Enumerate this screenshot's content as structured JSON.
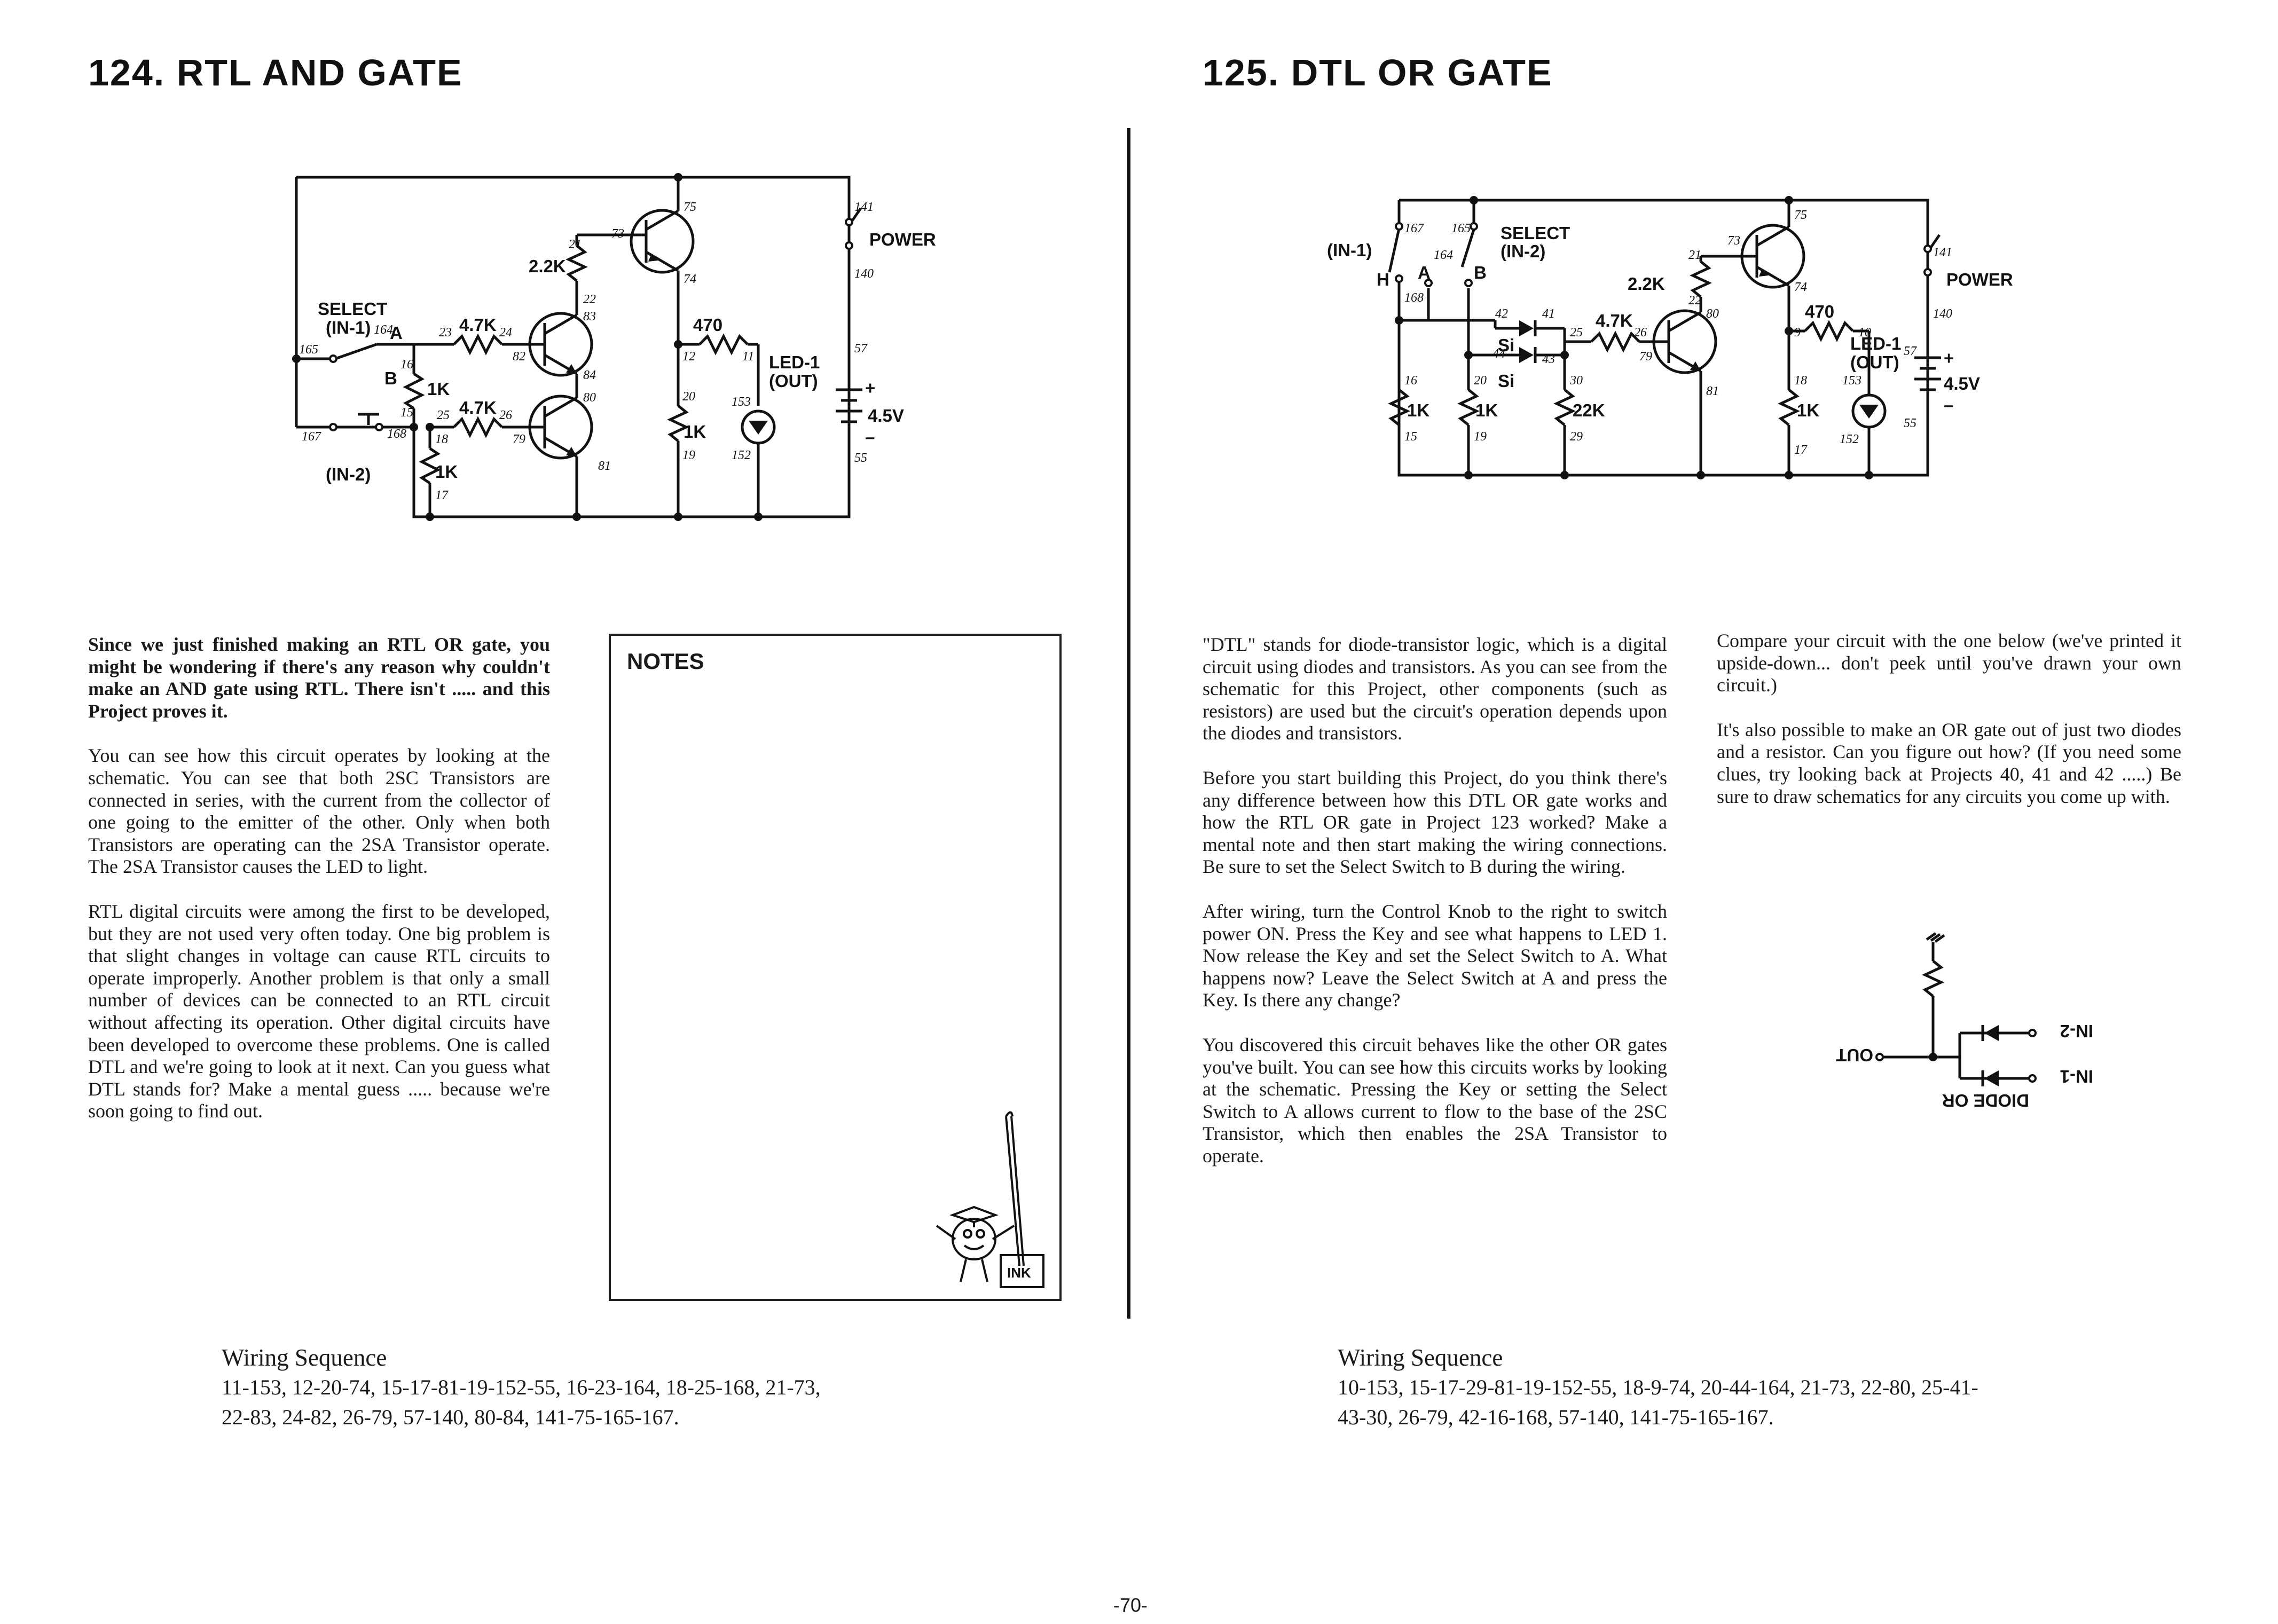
{
  "left": {
    "title": "124. RTL AND GATE",
    "paragraphs": [
      "Since we just finished making an RTL OR gate, you might be wondering if there's any reason why couldn't make an AND gate using RTL. There isn't ..... and this Project proves it.",
      "You can see how this circuit operates by looking at the schematic. You can see that both 2SC Transistors are connected in series, with the current from the collector of one going to the emitter of the other. Only when both Transistors are operating can the 2SA Transistor operate. The 2SA Transistor causes the LED to light.",
      "RTL digital circuits were among the first to be developed, but they are not used very often today. One big problem is that slight changes in voltage can cause RTL circuits to operate improperly. Another problem is that only a small number of devices can be connected to an RTL circuit without affecting its operation. Other digital circuits have been developed to overcome these problems. One is called DTL and we're going to look at it next. Can you guess what DTL stands for? Make a mental guess ..... because we're soon going to find out."
    ],
    "notes_label": "NOTES",
    "mascot_label": "INK",
    "wiring_title": "Wiring Sequence",
    "wiring_line1": "11-153, 12-20-74, 15-17-81-19-152-55, 16-23-164, 18-25-168, 21-73,",
    "wiring_line2": "22-83, 24-82, 26-79, 57-140, 80-84, 141-75-165-167.",
    "schematic": {
      "select": "SELECT",
      "in1": "(IN-1)",
      "in2": "(IN-2)",
      "a": "A",
      "b": "B",
      "r_22k": "2.2K",
      "r_47k_a": "4.7K",
      "r_47k_b": "4.7K",
      "r_1k_a": "1K",
      "r_1k_b": "1K",
      "r_1k_c": "1K",
      "r_470": "470",
      "led": "LED-1",
      "out": "(OUT)",
      "power": "POWER",
      "battery": "4.5V",
      "plus": "+",
      "minus": "–",
      "n75": "75",
      "n74": "74",
      "n73": "73",
      "n21": "21",
      "n22": "22",
      "n83": "83",
      "n84": "84",
      "n80": "80",
      "n82": "82",
      "n79": "79",
      "n81": "81",
      "n164": "164",
      "n165": "165",
      "n16": "16",
      "n15": "15",
      "n167": "167",
      "n168": "168",
      "n17": "17",
      "n18": "18",
      "n23": "23",
      "n24": "24",
      "n25": "25",
      "n26": "26",
      "n12": "12",
      "n11": "11",
      "n20": "20",
      "n19": "19",
      "n153": "153",
      "n152": "152",
      "n141": "141",
      "n140": "140",
      "n57": "57",
      "n55": "55"
    }
  },
  "right": {
    "title": "125. DTL OR GATE",
    "col1": [
      "\"DTL\" stands for diode-transistor logic, which is a digital circuit using diodes and transistors. As you can see from the schematic for this Project, other components (such as resistors) are used but the circuit's operation depends upon the diodes and transistors.",
      "Before you start building this Project, do you think there's any difference between how this DTL OR gate works and how the RTL OR gate in Project 123 worked? Make a mental note and then start making the wiring connections. Be sure to set the Select Switch to B during the wiring.",
      "After wiring, turn the Control Knob to the right to switch power ON. Press the Key and see what happens to LED 1. Now release the Key and set the Select Switch to A. What happens now? Leave the Select Switch at A and press the Key. Is there any change?",
      "You discovered this circuit behaves like the other OR gates you've built. You can see how this circuits works by looking at the schematic. Pressing the Key or setting the Select Switch to A allows current to flow to the base of the 2SC Transistor, which then enables the 2SA Transistor to operate."
    ],
    "col2": [
      "Compare your circuit with the one below (we've printed it upside-down... don't peek until you've drawn your own circuit.)",
      "It's also possible to make an OR gate out of just two diodes and a resistor. Can you figure out how? (If you need some clues, try looking back at Projects 40, 41 and 42 .....) Be sure to draw schematics for any circuits you come up with."
    ],
    "wiring_title": "Wiring Sequence",
    "wiring_line1": "10-153, 15-17-29-81-19-152-55, 18-9-74, 20-44-164, 21-73, 22-80, 25-41-",
    "wiring_line2": "43-30, 26-79, 42-16-168, 57-140, 141-75-165-167.",
    "schematic": {
      "select": "SELECT",
      "in1": "(IN-1)",
      "in2": "(IN-2)",
      "a": "A",
      "b": "B",
      "h": "H",
      "si1": "Si",
      "si2": "Si",
      "r_47k": "4.7K",
      "r_22k": "2.2K",
      "r_1k_a": "1K",
      "r_1k_b": "1K",
      "r_1k_c": "1K",
      "r_22k_b": "22K",
      "r_470": "470",
      "led": "LED-1",
      "out": "(OUT)",
      "power": "POWER",
      "battery": "4.5V",
      "plus": "+",
      "minus": "–",
      "n167": "167",
      "n165": "165",
      "n164": "164",
      "n168": "168",
      "n42": "42",
      "n41": "41",
      "n44": "44",
      "n43": "43",
      "n25": "25",
      "n26": "26",
      "n79": "79",
      "n80": "80",
      "n81": "81",
      "n73": "73",
      "n74": "74",
      "n75": "75",
      "n21": "21",
      "n22": "22",
      "n9": "9",
      "n10": "10",
      "n16": "16",
      "n15": "15",
      "n20": "20",
      "n19": "19",
      "n30": "30",
      "n29": "29",
      "n18": "18",
      "n17": "17",
      "n153": "153",
      "n152": "152",
      "n141": "141",
      "n140": "140",
      "n57": "57",
      "n55": "55"
    },
    "diode_or": {
      "caption": "DIODE OR",
      "out": "OUT",
      "in1": "IN-1",
      "in2": "IN-2"
    }
  },
  "page_number": "-70-"
}
